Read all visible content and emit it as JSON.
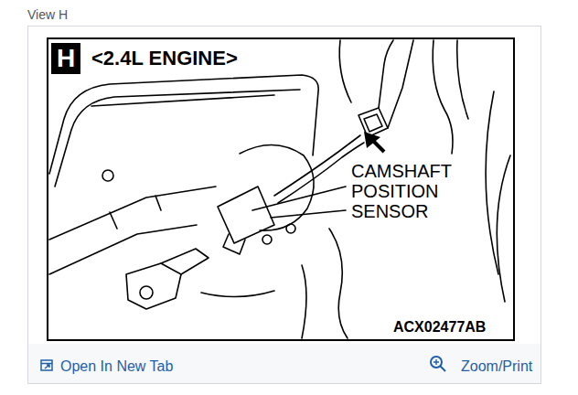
{
  "diagram": {
    "title": "View H",
    "nodes": [
      {
        "text": [
          "H"
        ]
      }
    ],
    "labels": [
      "<2.4L ENGINE>",
      "CAMSHAFT POSITION SENSOR",
      "ACX02477AB",
      "Open In New Tab",
      "Zoom/Print"
    ]
  }
}
